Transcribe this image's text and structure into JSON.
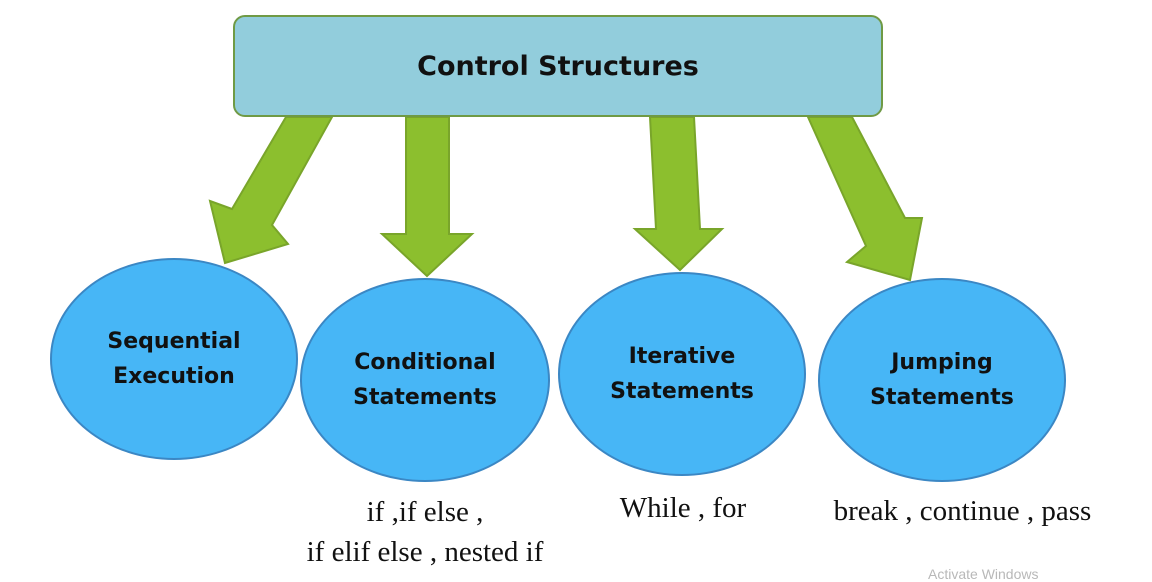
{
  "title": "Control Structures",
  "colors": {
    "title_fill": "#92cddc",
    "title_border": "#6f9a45",
    "arrow_fill": "#8cbf2e",
    "arrow_stroke": "#79a52a",
    "node_fill": "#47b6f6",
    "node_border": "#3b87c4"
  },
  "nodes": [
    {
      "label": "Sequential\nExecution",
      "caption": ""
    },
    {
      "label": "Conditional\nStatements",
      "caption": "if ,if else ,\nif elif else , nested if"
    },
    {
      "label": "Iterative\nStatements",
      "caption": "While , for"
    },
    {
      "label": "Jumping\nStatements",
      "caption": "break , continue , pass"
    }
  ],
  "watermark": "Activate Windows"
}
